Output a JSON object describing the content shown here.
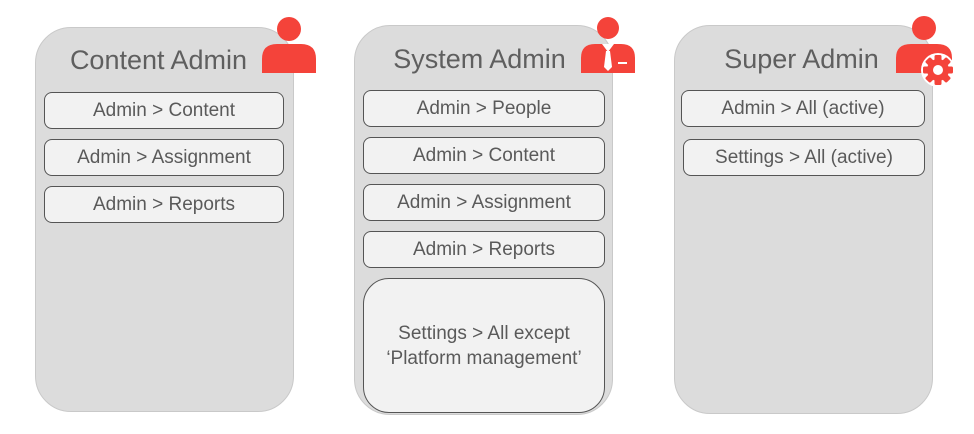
{
  "colors": {
    "card_fill": "#dcdcdc",
    "pill_fill": "#f2f2f2",
    "pill_border": "#555555",
    "text": "#5a5a5a",
    "icon_accent": "#f4433a"
  },
  "roles": [
    {
      "title": "Content Admin",
      "icon": "person-icon",
      "permissions": [
        "Admin > Content",
        "Admin > Assignment",
        "Admin > Reports"
      ]
    },
    {
      "title": "System Admin",
      "icon": "person-with-tie-icon",
      "permissions": [
        "Admin > People",
        "Admin > Content",
        "Admin > Assignment",
        "Admin > Reports"
      ],
      "extra_permission": {
        "line1": "Settings > All except",
        "line2": "‘Platform management’"
      }
    },
    {
      "title": "Super Admin",
      "icon": "person-with-gear-icon",
      "permissions": [
        "Admin > All (active)",
        "Settings > All (active)"
      ]
    }
  ]
}
